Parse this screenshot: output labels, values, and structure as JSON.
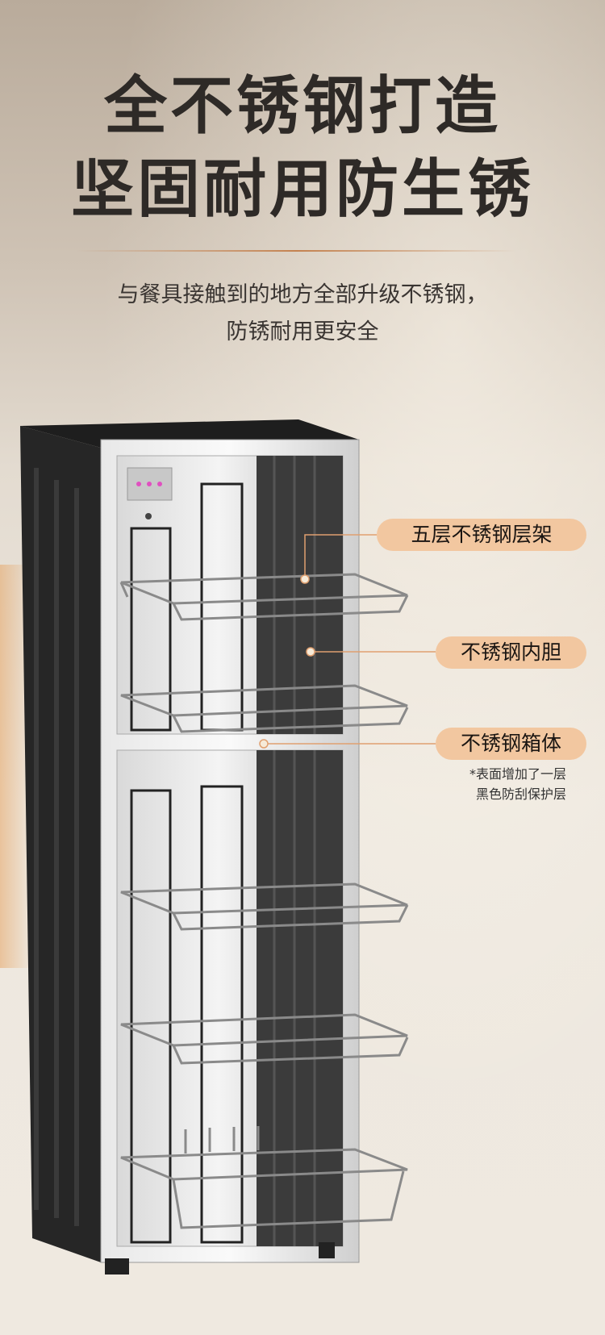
{
  "headline": {
    "line1": "全不锈钢打造",
    "line2": "坚固耐用防生锈"
  },
  "subtitle": {
    "line1": "与餐具接触到的地方全部升级不锈钢，",
    "line2": "防锈耐用更安全"
  },
  "callouts": [
    {
      "label": "五层不锈钢层架"
    },
    {
      "label": "不锈钢内胆"
    },
    {
      "label": "不锈钢箱体"
    }
  ],
  "note": {
    "line1": "*表面增加了一层",
    "line2": "黑色防刮保护层"
  },
  "colors": {
    "accent": "#f2c7a0",
    "title": "#2e2a27",
    "leader": "#e0a070"
  }
}
